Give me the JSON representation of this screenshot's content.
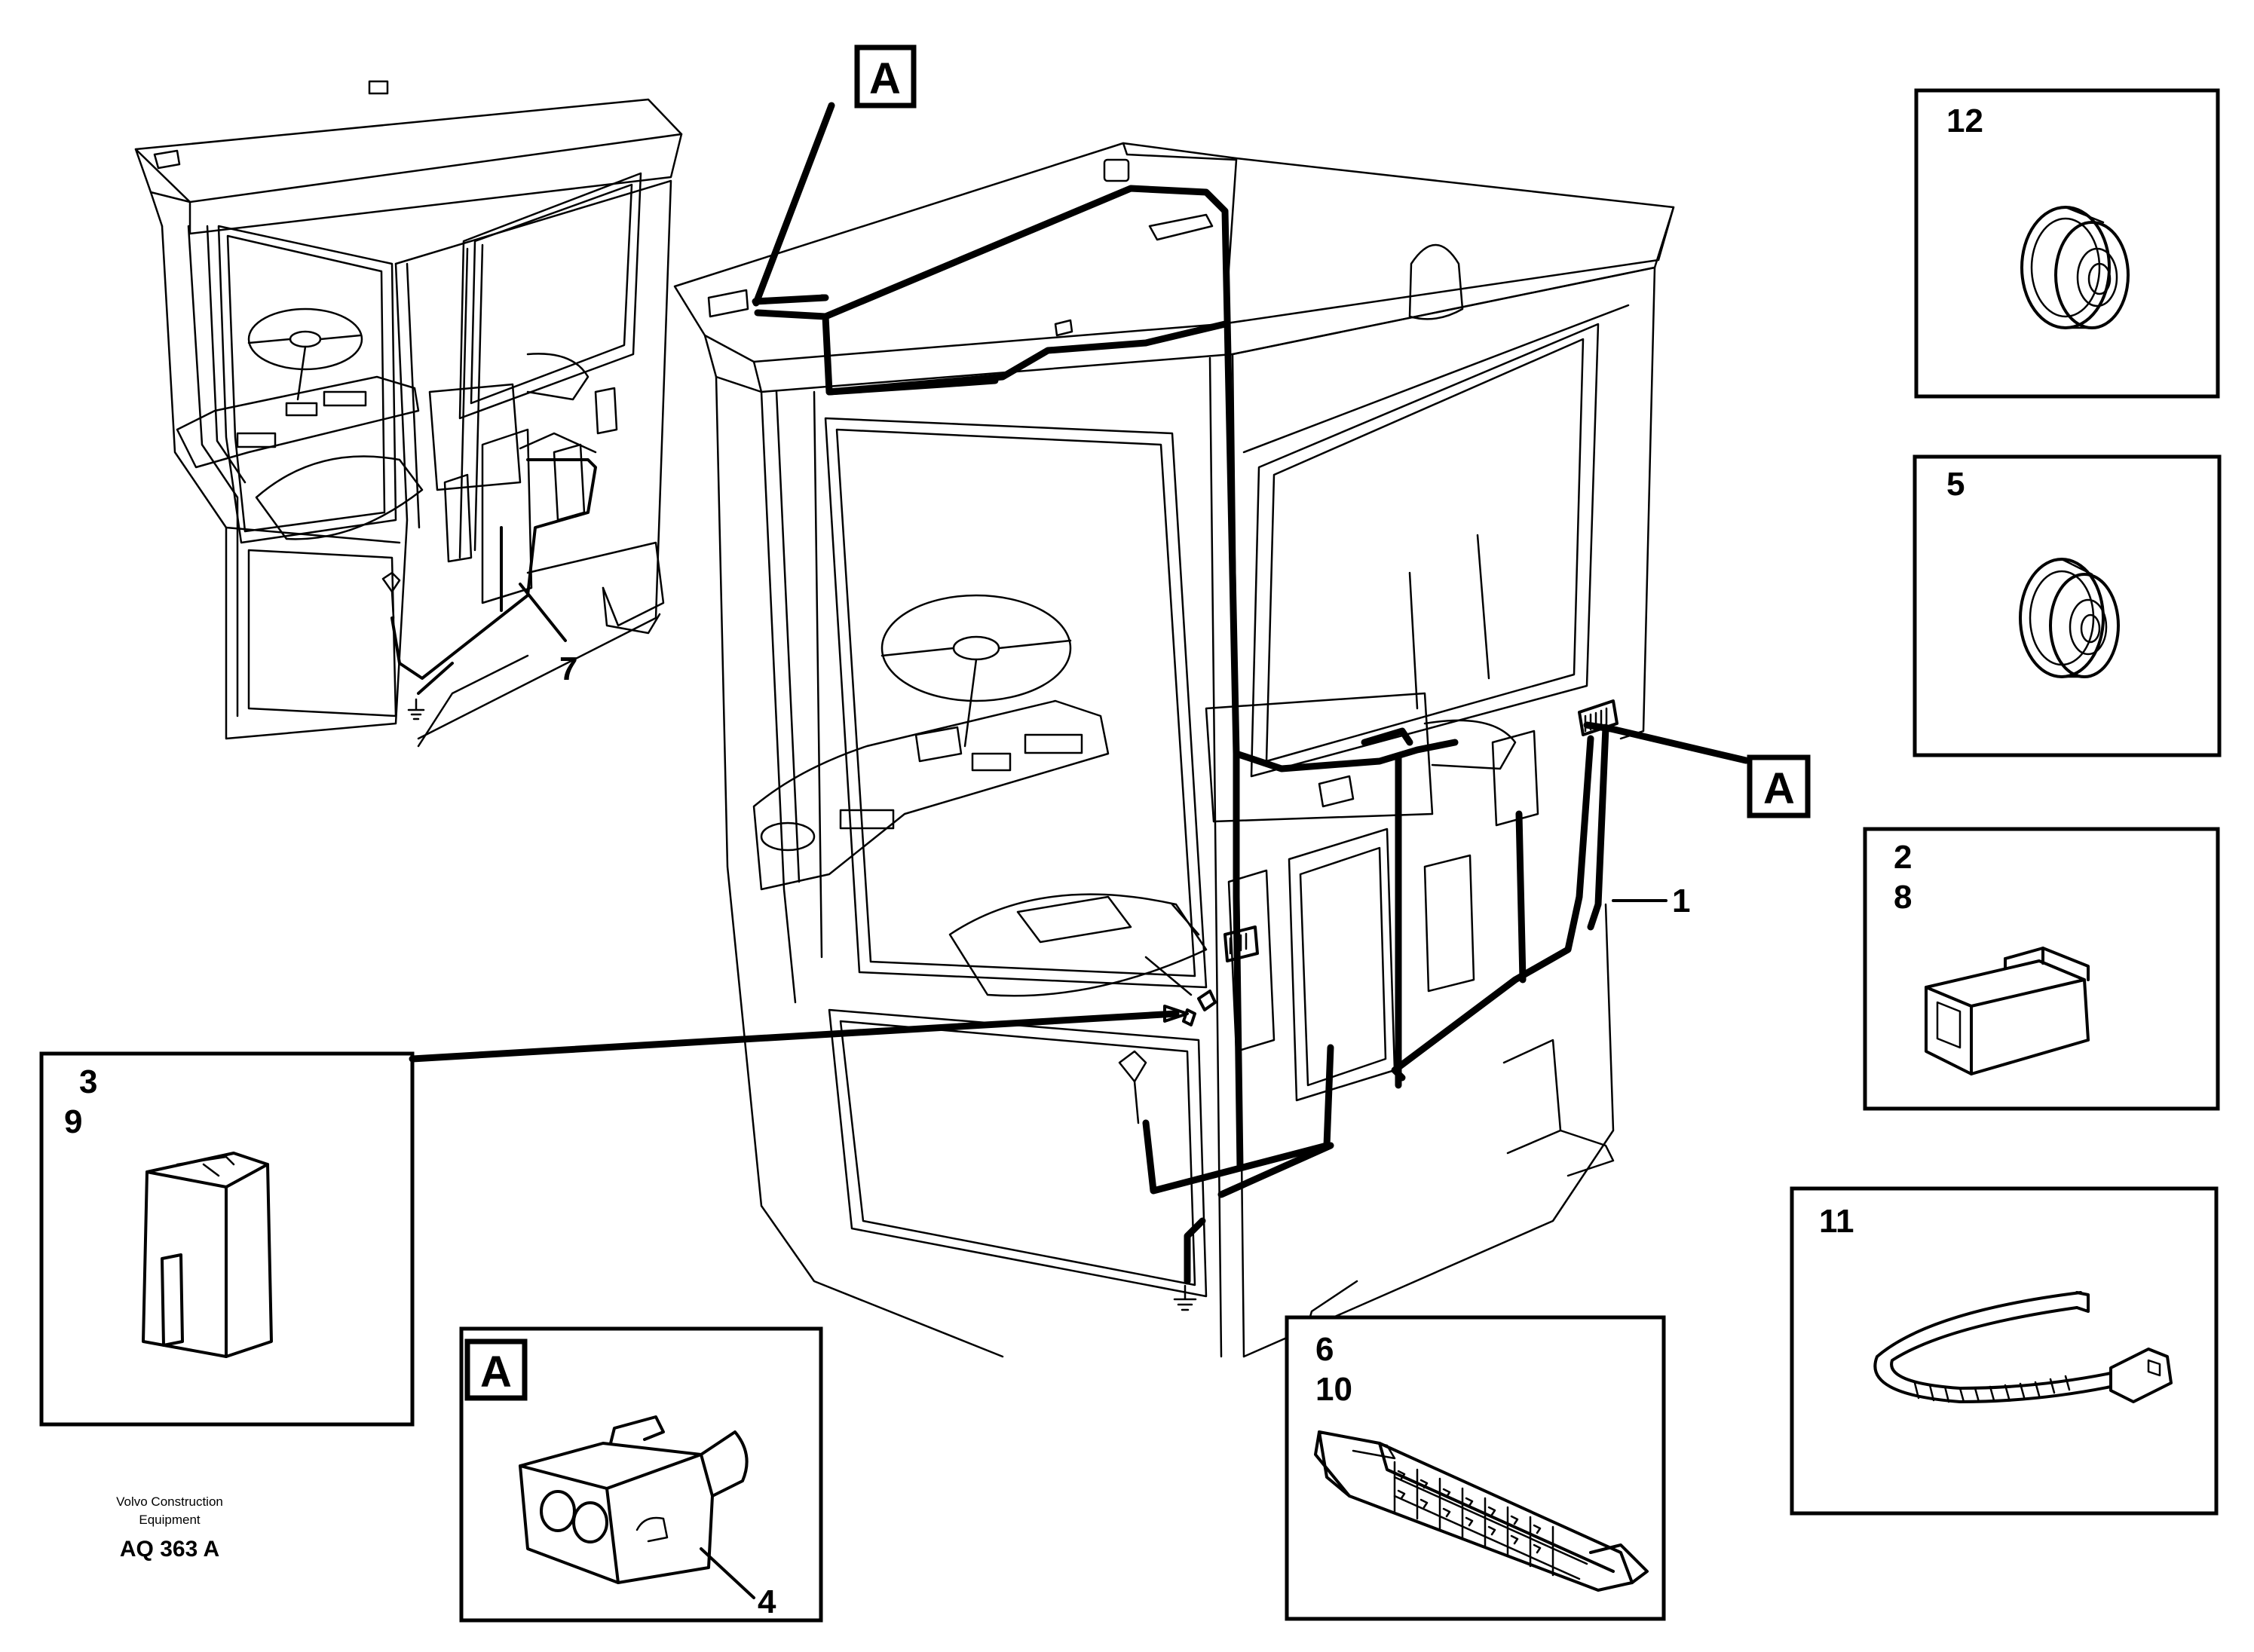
{
  "callouts": {
    "label": "A"
  },
  "part_numbers": {
    "p1": "1",
    "p7": "7",
    "p4": "4"
  },
  "detail_boxes": {
    "grommet_large": {
      "numbers": [
        "12"
      ],
      "icon": "grommet-icon"
    },
    "grommet_small": {
      "numbers": [
        "5"
      ],
      "icon": "grommet-icon"
    },
    "plug_connector": {
      "numbers": [
        "2",
        "8"
      ],
      "icon": "plug-connector-icon"
    },
    "cable_tie": {
      "numbers": [
        "11"
      ],
      "icon": "cable-tie-icon"
    },
    "multi_connector": {
      "numbers": [
        "6",
        "10"
      ],
      "icon": "multi-pin-connector-icon"
    },
    "cover_cap": {
      "numbers": [
        "3",
        "9"
      ],
      "icon": "cover-cap-icon"
    },
    "twin_connector": {
      "label": "A",
      "number": "4",
      "icon": "twin-socket-connector-icon"
    }
  },
  "footer": {
    "company_line1": "Volvo Construction",
    "company_line2": "Equipment",
    "reference": "AQ 363 A"
  }
}
